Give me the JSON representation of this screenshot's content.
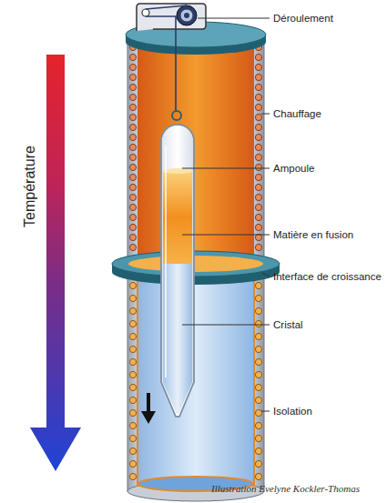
{
  "diagram": {
    "labels": [
      "Déroulement",
      "Chauffage",
      "Ampoule",
      "Matière en fusion",
      "Interface de croissance",
      "Cristal",
      "Isolation",
      "Température",
      "Illustration Evelyne Kockler-Thomas"
    ]
  }
}
